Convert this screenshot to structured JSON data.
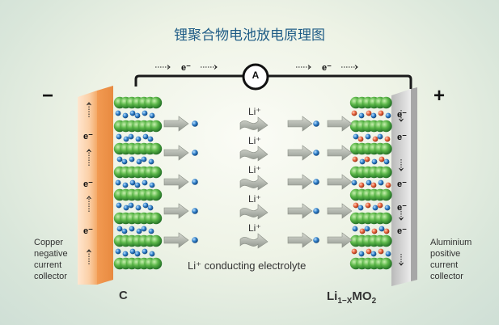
{
  "title": "锂聚合物电池放电原理图",
  "circuit": {
    "ammeter_label": "A",
    "electron_label": "e⁻"
  },
  "signs": {
    "negative": "−",
    "positive": "+"
  },
  "negative_electrode": {
    "collector_label": [
      "Copper",
      "negative",
      "current",
      "collector"
    ],
    "material_label": "C",
    "electron_labels": [
      "e⁻",
      "e⁻",
      "e⁻"
    ]
  },
  "positive_electrode": {
    "collector_label": [
      "Aluminium",
      "positive",
      "current",
      "collector"
    ],
    "material_label_parts": {
      "base": "Li",
      "sub1": "1−X",
      "mid": "MO",
      "sub2": "2"
    },
    "electron_labels": [
      "e⁻",
      "e⁻",
      "e⁻",
      "e⁻",
      "e⁻"
    ]
  },
  "electrolyte": {
    "ion_labels": [
      "Li⁺",
      "Li⁺",
      "Li⁺",
      "Li⁺",
      "Li⁺"
    ],
    "label": "Li⁺ conducting electrolyte"
  },
  "colors": {
    "title": "#1f5c86",
    "copper": "#f6a868",
    "aluminium": "#d6d6d6",
    "carbon_sphere": "#5db84a",
    "li_ion": "#2f7fc9",
    "oxygen": "#e8643e",
    "wire": "#1a1a1a"
  },
  "icons": [
    "ammeter-icon",
    "gray-arrow-icon",
    "li-ion-sphere-icon"
  ]
}
